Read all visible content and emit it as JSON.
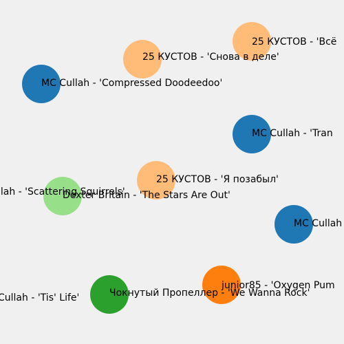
{
  "colors": {
    "background": "#f0f0f0",
    "dark_blue": "#1f77b4",
    "light_orange": "#ffbb78",
    "orange": "#ff7f0e",
    "light_green": "#98df8a",
    "green": "#2ca02c"
  },
  "nodes": [
    {
      "id": "n1",
      "label": "25 КУСТОВ - 'Всё",
      "color": "light_orange"
    },
    {
      "id": "n2",
      "label": "25 КУСТОВ - 'Снова в деле'",
      "color": "light_orange"
    },
    {
      "id": "n3",
      "label": "MC Cullah - 'Compressed Doodeedoo'",
      "color": "dark_blue"
    },
    {
      "id": "n4",
      "label": "MC Cullah - 'Tran",
      "color": "dark_blue"
    },
    {
      "id": "n5",
      "label": "25 КУСТОВ - 'Я позабыл'",
      "color": "light_orange"
    },
    {
      "id": "n6",
      "label": "llah - 'Scattering Squirrels'",
      "color": "light_green"
    },
    {
      "id": "n7",
      "label": "Dexter Britain - 'The Stars Are Out'",
      "color": "light_orange"
    },
    {
      "id": "n8",
      "label": "MC Cullah",
      "color": "dark_blue"
    },
    {
      "id": "n9",
      "label": "Cullah - 'Tis' Life'",
      "color": "green"
    },
    {
      "id": "n10",
      "label": "Чокнутый Пропеллер - 'We Wanna Rock'",
      "color": "orange"
    },
    {
      "id": "n11",
      "label": "junior85 - 'Oxygen Pum",
      "color": "orange"
    }
  ]
}
